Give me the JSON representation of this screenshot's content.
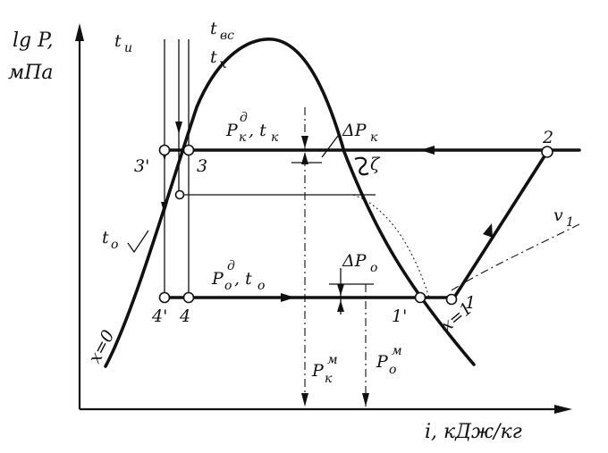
{
  "labels": {
    "y_axis_top": "lg P,",
    "y_axis_bottom": "мПа",
    "x_axis": "i, кДж/кг",
    "t_u": "t",
    "t_u_sub": "u",
    "t_vs": "t",
    "t_vs_sub": "вс",
    "t_k_top": "t",
    "t_k_top_sub": "к",
    "pk_main": "P",
    "pk_sup": "д",
    "pk_sub": "к",
    "pk_rest": ", t",
    "pk_rest_sub": "к",
    "delta_pk": "ΔP",
    "delta_pk_sub": "к",
    "po_main": "P",
    "po_sup": "д",
    "po_sub": "о",
    "po_rest": ", t",
    "po_rest_sub": "о",
    "delta_po": "ΔP",
    "delta_po_sub": "о",
    "t_o": "t",
    "t_o_sub": "о",
    "pt_3prime": "3'",
    "pt_3": "3",
    "pt_2": "2",
    "pt_4prime": "4'",
    "pt_4": "4",
    "pt_1prime": "1'",
    "pt_1": "1",
    "v1": "v",
    "v1_sub": "1",
    "x0": "x=0",
    "x1": "x=1",
    "pkm": "P",
    "pkm_sup": "м",
    "pkm_sub": "к",
    "pom": "P",
    "pom_sup": "м",
    "pom_sub": "о",
    "zeta": "ζ"
  }
}
